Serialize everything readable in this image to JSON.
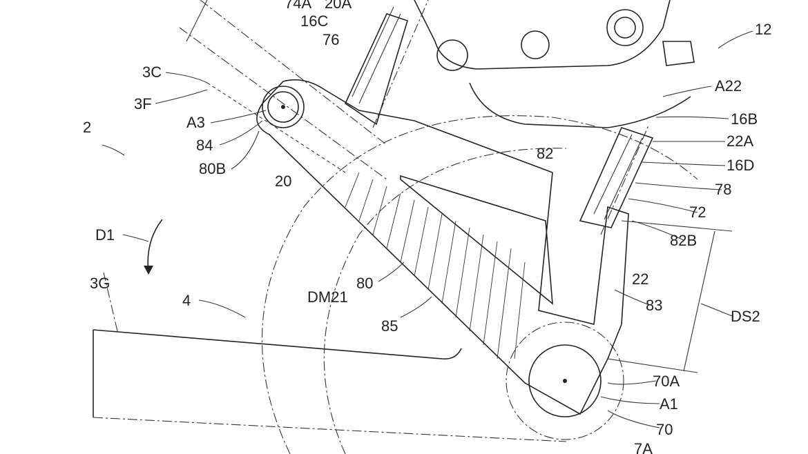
{
  "figure": {
    "labels": {
      "l74A": "74A",
      "l20A": "20A",
      "l16C": "16C",
      "l76": "76",
      "l3C": "3C",
      "l3F": "3F",
      "lA3": "A3",
      "l84": "84",
      "l80B": "80B",
      "l2": "2",
      "l20": "20",
      "l82": "82",
      "l12": "12",
      "lA22": "A22",
      "l16B": "16B",
      "l22A": "22A",
      "l16D": "16D",
      "l78": "78",
      "l72": "72",
      "l82B": "82B",
      "l22": "22",
      "lD1": "D1",
      "lDM21": "DM21",
      "l80": "80",
      "l85": "85",
      "l4": "4",
      "l3G": "3G",
      "l83": "83",
      "lDS2": "DS2",
      "l70A": "70A",
      "lA1": "A1",
      "l70": "70",
      "l7A": "7A"
    }
  }
}
